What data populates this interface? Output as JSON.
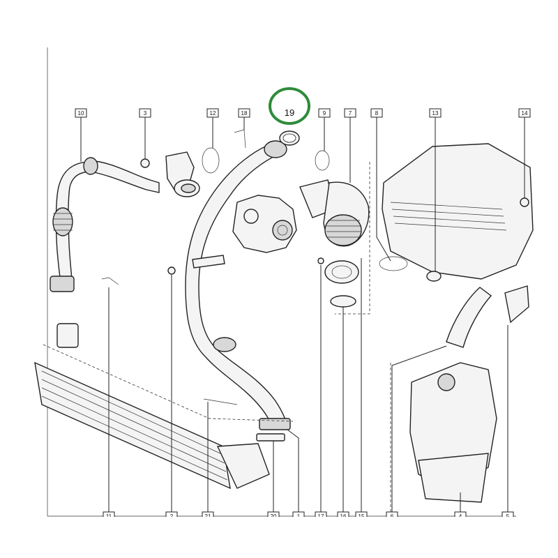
{
  "highlight": {
    "label": "19",
    "color": "#2e8b3a"
  },
  "top_labels": [
    "10",
    "3",
    "12",
    "18",
    "9",
    "7",
    "8",
    "13",
    "14"
  ],
  "bottom_labels": [
    "11",
    "2",
    "21",
    "20",
    "1",
    "17",
    "16",
    "15",
    "6",
    "4",
    "5"
  ]
}
